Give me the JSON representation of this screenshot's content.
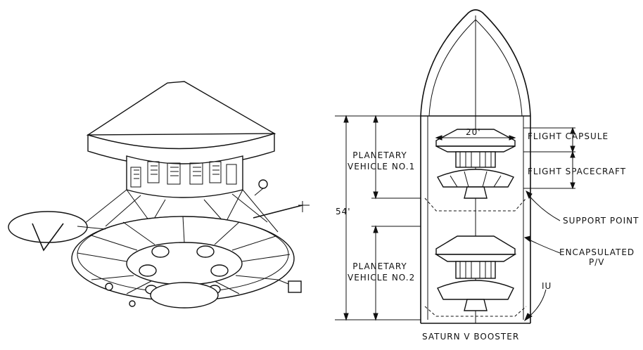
{
  "diagram": {
    "labels": {
      "width": "20'",
      "flight_capsule": "FLIGHT CAPSULE",
      "flight_spacecraft": "FLIGHT SPACECRAFT",
      "pv1_line1": "PLANETARY",
      "pv1_line2": "VEHICLE NO.1",
      "height": "54'",
      "support_point": "SUPPORT POINT",
      "encapsulated_line1": "ENCAPSULATED",
      "encapsulated_line2": "P/V",
      "pv2_line1": "PLANETARY",
      "pv2_line2": "VEHICLE NO.2",
      "iu": "IU",
      "saturn": "SATURN V BOOSTER"
    }
  }
}
